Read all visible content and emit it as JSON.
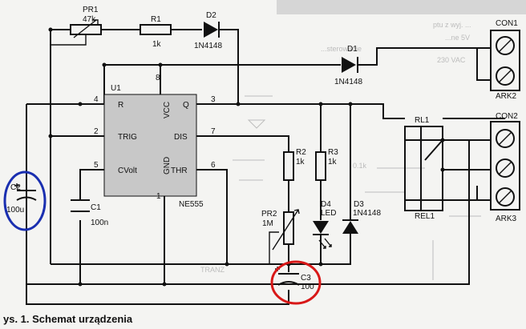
{
  "labels": {
    "pr1": "PR1",
    "pr1_val": "47k",
    "r1": "R1",
    "r1_val": "1k",
    "d2": "D2",
    "d2_val": "1N4148",
    "d1": "D1",
    "d1_val": "1N4148",
    "u1": "U1",
    "u1_part": "NE555",
    "pin_r": "R",
    "pin_vcc": "VCC",
    "pin_q": "Q",
    "pin_trig": "TRIG",
    "pin_dis": "DIS",
    "pin_cvolt": "CVolt",
    "pin_gnd": "GND",
    "pin_thr": "THR",
    "pin4": "4",
    "pin8": "8",
    "pin3": "3",
    "pin2": "2",
    "pin7": "7",
    "pin5": "5",
    "pin6": "6",
    "pin1": "1",
    "c1": "C1",
    "c1_val": "100n",
    "c2": "C2",
    "c2_val": "100u",
    "c3": "C3",
    "c3_val": "100",
    "r2": "R2",
    "r2_val": "1k",
    "r3": "R3",
    "r3_val": "1k",
    "pr2": "PR2",
    "pr2_val": "1M",
    "d4": "D4",
    "d4_val": "LED",
    "d3": "D3",
    "d3_val": "1N4148",
    "rl1": "RL1",
    "rel1": "REL1",
    "con1": "CON1",
    "ark2": "ARK2",
    "con2": "CON2",
    "ark3": "ARK3"
  },
  "caption": "ys. 1. Schemat urządzenia",
  "colors": {
    "highlight_blue": "#1a2fb0",
    "highlight_red": "#d81818",
    "chip_fill": "#c8c8c8"
  }
}
